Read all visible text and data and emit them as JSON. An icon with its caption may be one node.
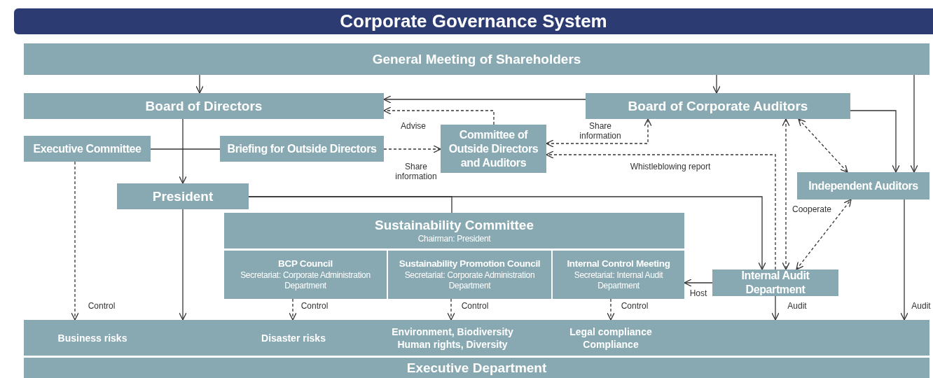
{
  "diagram": {
    "title": "Corporate Governance System",
    "nodes": [
      {
        "text": [
          "General Meeting of Shareholders"
        ]
      },
      {
        "text": [
          "Board of Directors"
        ]
      },
      {
        "text": [
          "Board of Corporate Auditors"
        ]
      },
      {
        "text": [
          "Executive Committee"
        ]
      },
      {
        "text": [
          "Briefing for Outside Directors"
        ]
      },
      {
        "text": [
          "Committee of Outside Directors and Auditors"
        ]
      },
      {
        "text": [
          "Independent Auditors"
        ]
      },
      {
        "text": [
          "President"
        ]
      },
      {
        "text": [
          "Sustainability Committee",
          "Chairman: President"
        ]
      },
      {
        "text": [
          "BCP Council",
          "Secretariat: Corporate Administration Department"
        ]
      },
      {
        "text": [
          "Sustainability Promotion Council",
          "Secretariat: Corporate Administration Department"
        ]
      },
      {
        "text": [
          "Internal Control Meeting",
          "Secretariat: Internal Audit Department"
        ]
      },
      {
        "text": [
          "Internal Audit Department"
        ]
      },
      {
        "text": [
          "Business risks",
          "Disaster risks",
          "Environment, Biodiversity Human rights, Diversity",
          "Legal compliance Compliance"
        ]
      },
      {
        "text": [
          "Executive Department"
        ]
      }
    ],
    "edges": [
      {
        "from": 0,
        "to": 1,
        "arrow": "to"
      },
      {
        "from": 0,
        "to": 2,
        "arrow": "to"
      },
      {
        "from": 0,
        "to": 6,
        "arrow": "to"
      },
      {
        "from": 2,
        "to": 1,
        "arrow": "to"
      },
      {
        "from": 5,
        "to": 1,
        "arrow": "to",
        "style": "dashed",
        "label": "Advise"
      },
      {
        "from": 1,
        "to": 7,
        "arrow": "to"
      },
      {
        "from": 3,
        "to": 4,
        "arrow": "none"
      },
      {
        "from": 4,
        "to": 5,
        "arrow": "to",
        "style": "dashed",
        "label": "Share information"
      },
      {
        "from": 5,
        "to": 2,
        "arrow": "both",
        "style": "dashed",
        "label": "Share information"
      },
      {
        "from": 12,
        "to": 5,
        "arrow": "to",
        "style": "dashed",
        "label": "Whistleblowing report"
      },
      {
        "from": 2,
        "to": 6,
        "arrow": "to"
      },
      {
        "from": 2,
        "to": 12,
        "arrow": "both",
        "style": "dashed"
      },
      {
        "from": 2,
        "to": 6,
        "arrow": "both",
        "style": "dashed"
      },
      {
        "from": 12,
        "to": 6,
        "arrow": "both",
        "style": "dashed",
        "label": "Cooperate"
      },
      {
        "from": 7,
        "to": 12,
        "arrow": "to"
      },
      {
        "from": 7,
        "to": 8,
        "arrow": "none"
      },
      {
        "from": 3,
        "to": 13,
        "arrow": "to",
        "style": "dashed",
        "label": "Control"
      },
      {
        "from": 7,
        "to": 13,
        "arrow": "to"
      },
      {
        "from": 9,
        "to": 13,
        "arrow": "to",
        "style": "dashed",
        "label": "Control"
      },
      {
        "from": 10,
        "to": 13,
        "arrow": "to",
        "style": "dashed",
        "label": "Control"
      },
      {
        "from": 11,
        "to": 13,
        "arrow": "to",
        "style": "dashed",
        "label": "Control"
      },
      {
        "from": 12,
        "to": 11,
        "arrow": "to",
        "label": "Host"
      },
      {
        "from": 12,
        "to": 13,
        "arrow": "to",
        "label": "Audit"
      },
      {
        "from": 6,
        "to": 13,
        "arrow": "to",
        "label": "Audit"
      }
    ]
  }
}
